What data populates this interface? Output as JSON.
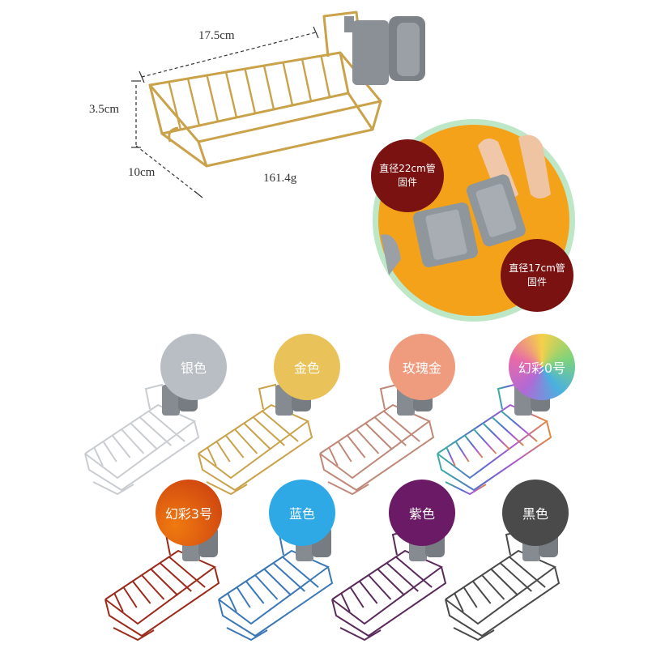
{
  "dimensions": {
    "length": "17.5cm",
    "height": "3.5cm",
    "width": "10cm",
    "weight": "161.4g"
  },
  "fittings": [
    {
      "line1": "直径22cm管",
      "line2": "固件"
    },
    {
      "line1": "直径17cm管",
      "line2": "固件"
    }
  ],
  "variants": [
    {
      "label": "银色",
      "badge_color": "#b8bec4",
      "wire_color": "#c9ccd0"
    },
    {
      "label": "金色",
      "badge_color": "#e9c25a",
      "wire_color": "#c9a24a"
    },
    {
      "label": "玫瑰金",
      "badge_color": "#ee9b7e",
      "wire_color": "#c08878"
    },
    {
      "label": "幻彩0号",
      "badge_color": "#c07ad6",
      "wire_color": "#4aa3b8"
    },
    {
      "label": "幻彩3号",
      "badge_color": "#e0530e",
      "wire_color": "#9c2a1a"
    },
    {
      "label": "蓝色",
      "badge_color": "#2ea9e6",
      "wire_color": "#3a78b8"
    },
    {
      "label": "紫色",
      "badge_color": "#6b1a66",
      "wire_color": "#5a2a5a"
    },
    {
      "label": "黑色",
      "badge_color": "#4a4a4a",
      "wire_color": "#4a4a4a"
    }
  ]
}
